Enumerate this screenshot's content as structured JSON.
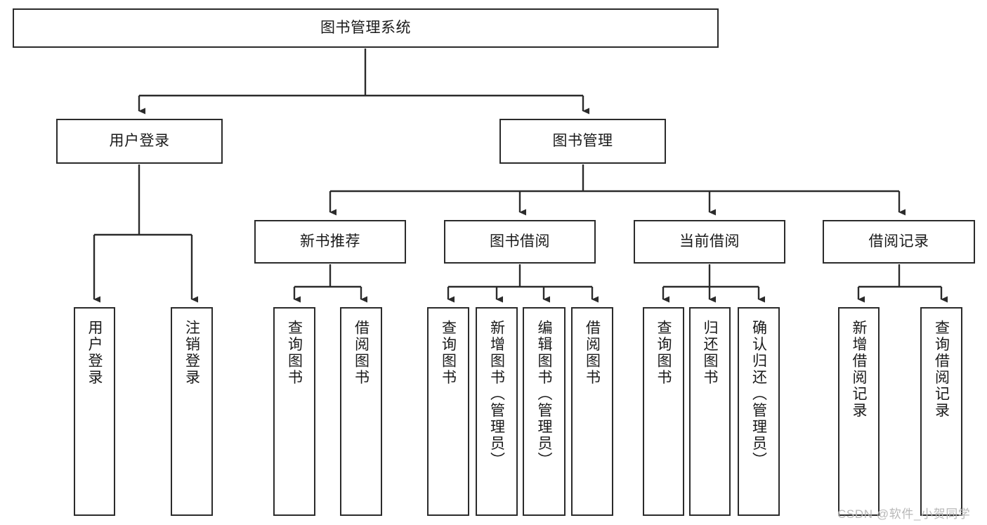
{
  "diagram": {
    "type": "tree-hierarchy",
    "title": "图书管理系统",
    "watermark": "CSDN @软件_小贺同学",
    "colors": {
      "box_border": "#2b2b2b",
      "box_fill": "#ffffff",
      "connector": "#2b2b2b",
      "text": "#1a1a1a",
      "watermark": "#b8b8b8",
      "background": "#ffffff"
    },
    "levels": {
      "root": {
        "label": "图书管理系统"
      },
      "level2": [
        {
          "id": "user-login",
          "label": "用户登录"
        },
        {
          "id": "book-management",
          "label": "图书管理"
        }
      ],
      "level3": [
        {
          "id": "new-book-recommend",
          "label": "新书推荐"
        },
        {
          "id": "book-borrow",
          "label": "图书借阅"
        },
        {
          "id": "current-borrow",
          "label": "当前借阅"
        },
        {
          "id": "borrow-record",
          "label": "借阅记录"
        }
      ],
      "leaves": {
        "user-login": [
          {
            "id": "leaf-user-login",
            "label": "用户登录"
          },
          {
            "id": "leaf-user-logout",
            "label": "注销登录"
          }
        ],
        "new-book-recommend": [
          {
            "id": "leaf-query-books-1",
            "label": "查询图书"
          },
          {
            "id": "leaf-borrow-books-1",
            "label": "借阅图书"
          }
        ],
        "book-borrow": [
          {
            "id": "leaf-query-books-2",
            "label": "查询图书"
          },
          {
            "id": "leaf-add-book",
            "label": "新增图书（管理员）"
          },
          {
            "id": "leaf-edit-book",
            "label": "编辑图书（管理员）"
          },
          {
            "id": "leaf-borrow-books-2",
            "label": "借阅图书"
          }
        ],
        "current-borrow": [
          {
            "id": "leaf-query-books-3",
            "label": "查询图书"
          },
          {
            "id": "leaf-return-book",
            "label": "归还图书"
          },
          {
            "id": "leaf-confirm-return",
            "label": "确认归还（管理员）"
          }
        ],
        "borrow-record": [
          {
            "id": "leaf-add-record",
            "label": "新增借阅记录"
          },
          {
            "id": "leaf-query-record",
            "label": "查询借阅记录"
          }
        ]
      }
    }
  }
}
